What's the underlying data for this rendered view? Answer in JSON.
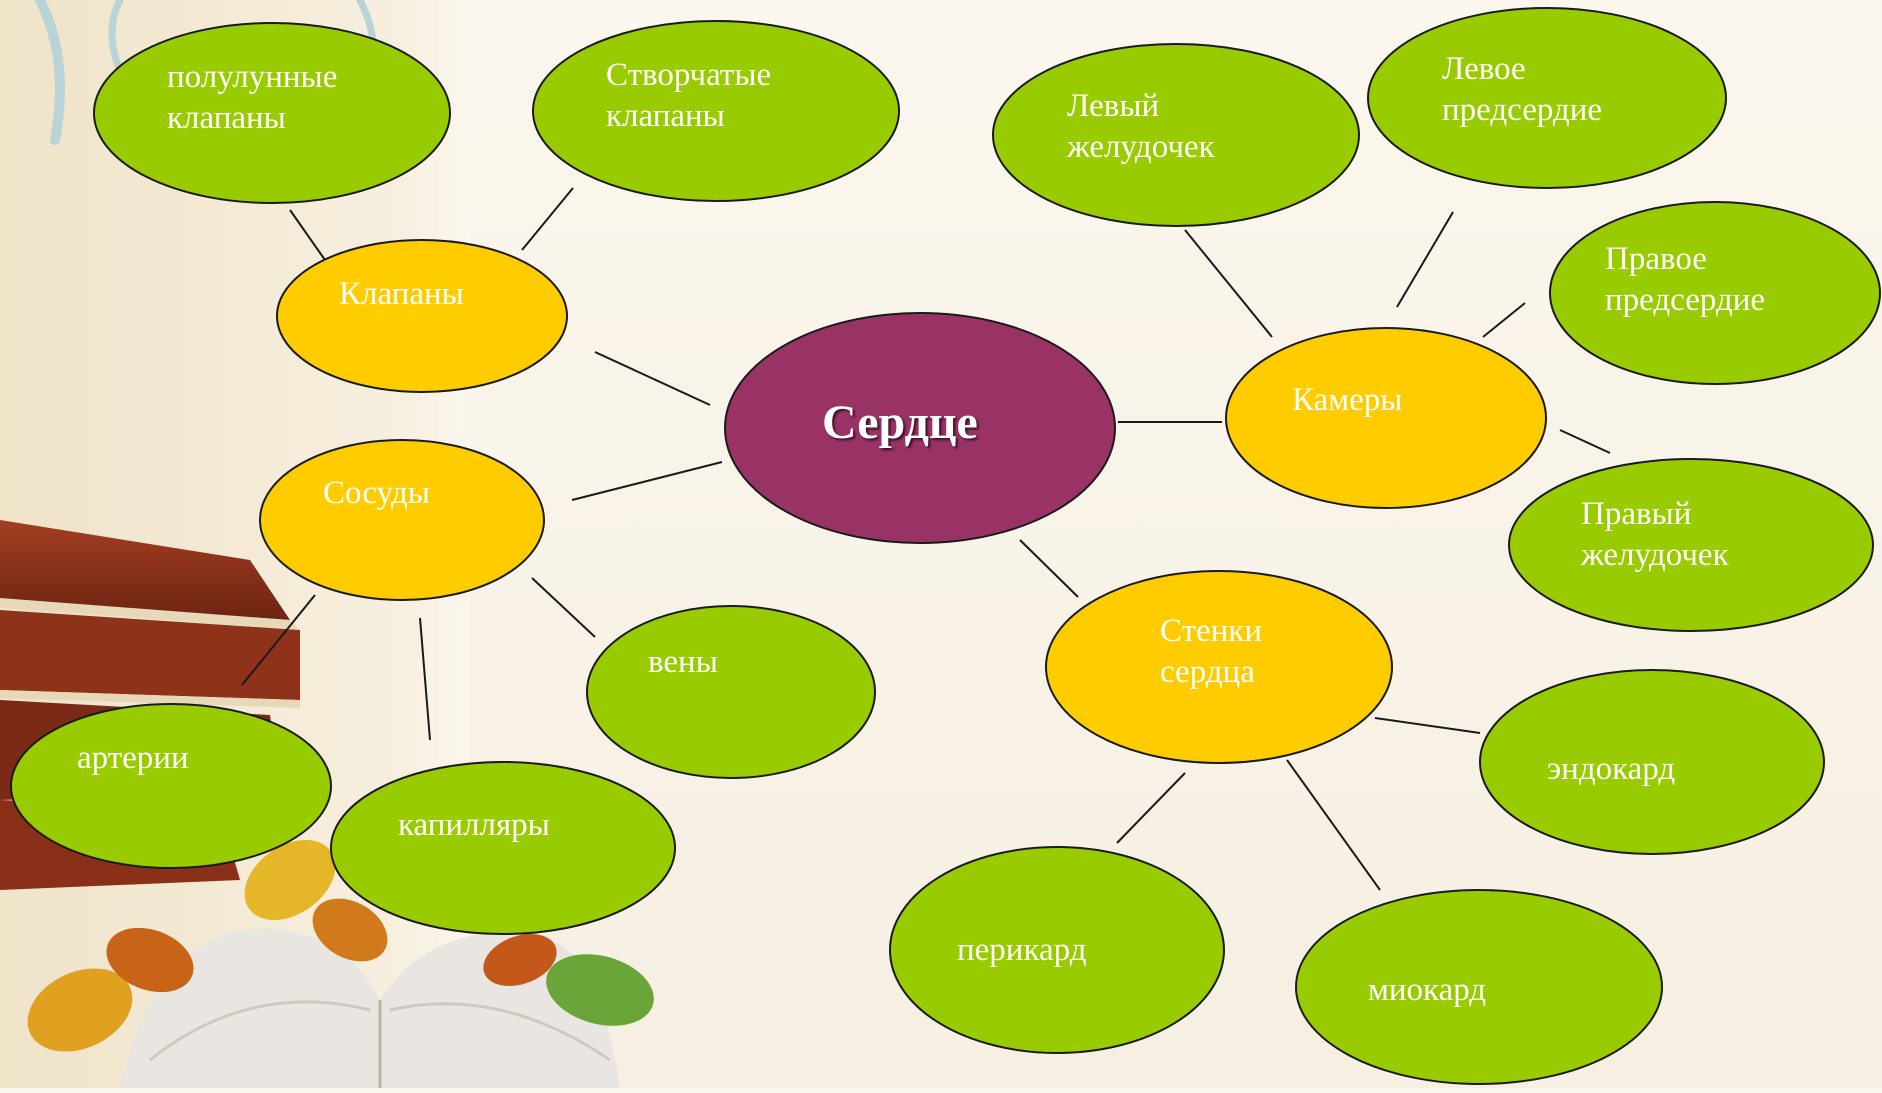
{
  "center": {
    "label": "Сердце",
    "color": "#993366"
  },
  "colors": {
    "category": "#ffcc00",
    "leaf": "#99cc00",
    "outline": "#1a1a1a",
    "line": "#1a1a1a"
  },
  "nodes": [
    {
      "id": "valves",
      "type": "category",
      "label": "Клапаны"
    },
    {
      "id": "vessels",
      "type": "category",
      "label": "Сосуды"
    },
    {
      "id": "chambers",
      "type": "category",
      "label": "Камеры"
    },
    {
      "id": "walls",
      "type": "category",
      "label": "Стенки сердца"
    },
    {
      "id": "semilunar-valves",
      "type": "leaf",
      "label": "полулунные клапаны"
    },
    {
      "id": "leaflet-valves",
      "type": "leaf",
      "label": "Створчатые клапаны"
    },
    {
      "id": "veins",
      "type": "leaf",
      "label": "вены"
    },
    {
      "id": "arteries",
      "type": "leaf",
      "label": "артерии"
    },
    {
      "id": "capillaries",
      "type": "leaf",
      "label": "капилляры"
    },
    {
      "id": "left-ventricle",
      "type": "leaf",
      "label": "Левый желудочек"
    },
    {
      "id": "left-atrium",
      "type": "leaf",
      "label": "Левое предсердие"
    },
    {
      "id": "right-atrium",
      "type": "leaf",
      "label": "Правое предсердие"
    },
    {
      "id": "right-ventricle",
      "type": "leaf",
      "label": "Правый желудочек"
    },
    {
      "id": "endocardium",
      "type": "leaf",
      "label": "эндокард"
    },
    {
      "id": "pericardium",
      "type": "leaf",
      "label": "перикард"
    },
    {
      "id": "myocardium",
      "type": "leaf",
      "label": "миокард"
    }
  ]
}
